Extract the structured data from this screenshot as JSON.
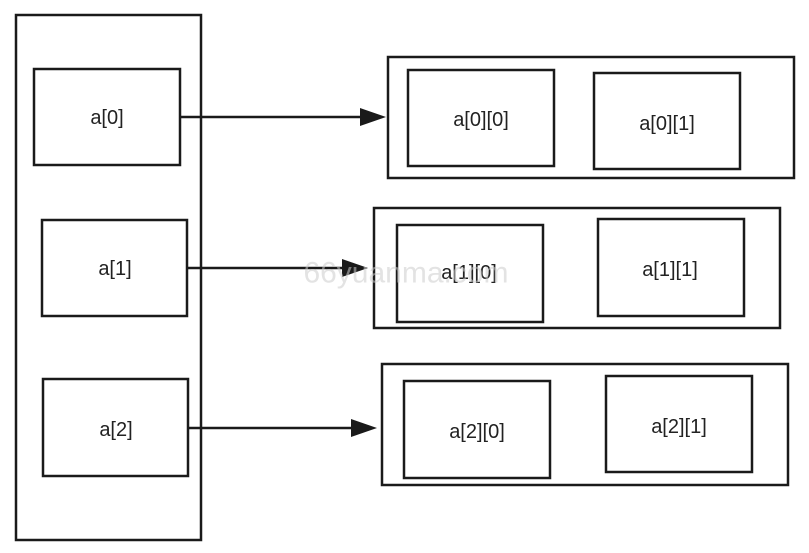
{
  "pointer_array": {
    "cells": [
      {
        "label": "a[0]"
      },
      {
        "label": "a[1]"
      },
      {
        "label": "a[2]"
      }
    ]
  },
  "row_arrays": [
    {
      "cells": [
        {
          "label": "a[0][0]"
        },
        {
          "label": "a[0][1]"
        }
      ]
    },
    {
      "cells": [
        {
          "label": "a[1][0]"
        },
        {
          "label": "a[1][1]"
        }
      ]
    },
    {
      "cells": [
        {
          "label": "a[2][0]"
        },
        {
          "label": "a[2][1]"
        }
      ]
    }
  ],
  "watermark": {
    "text": "66yuanma.com"
  },
  "colors": {
    "stroke": "#1a1a1a",
    "text": "#222222",
    "background": "#ffffff",
    "watermark": "#cccccc"
  }
}
